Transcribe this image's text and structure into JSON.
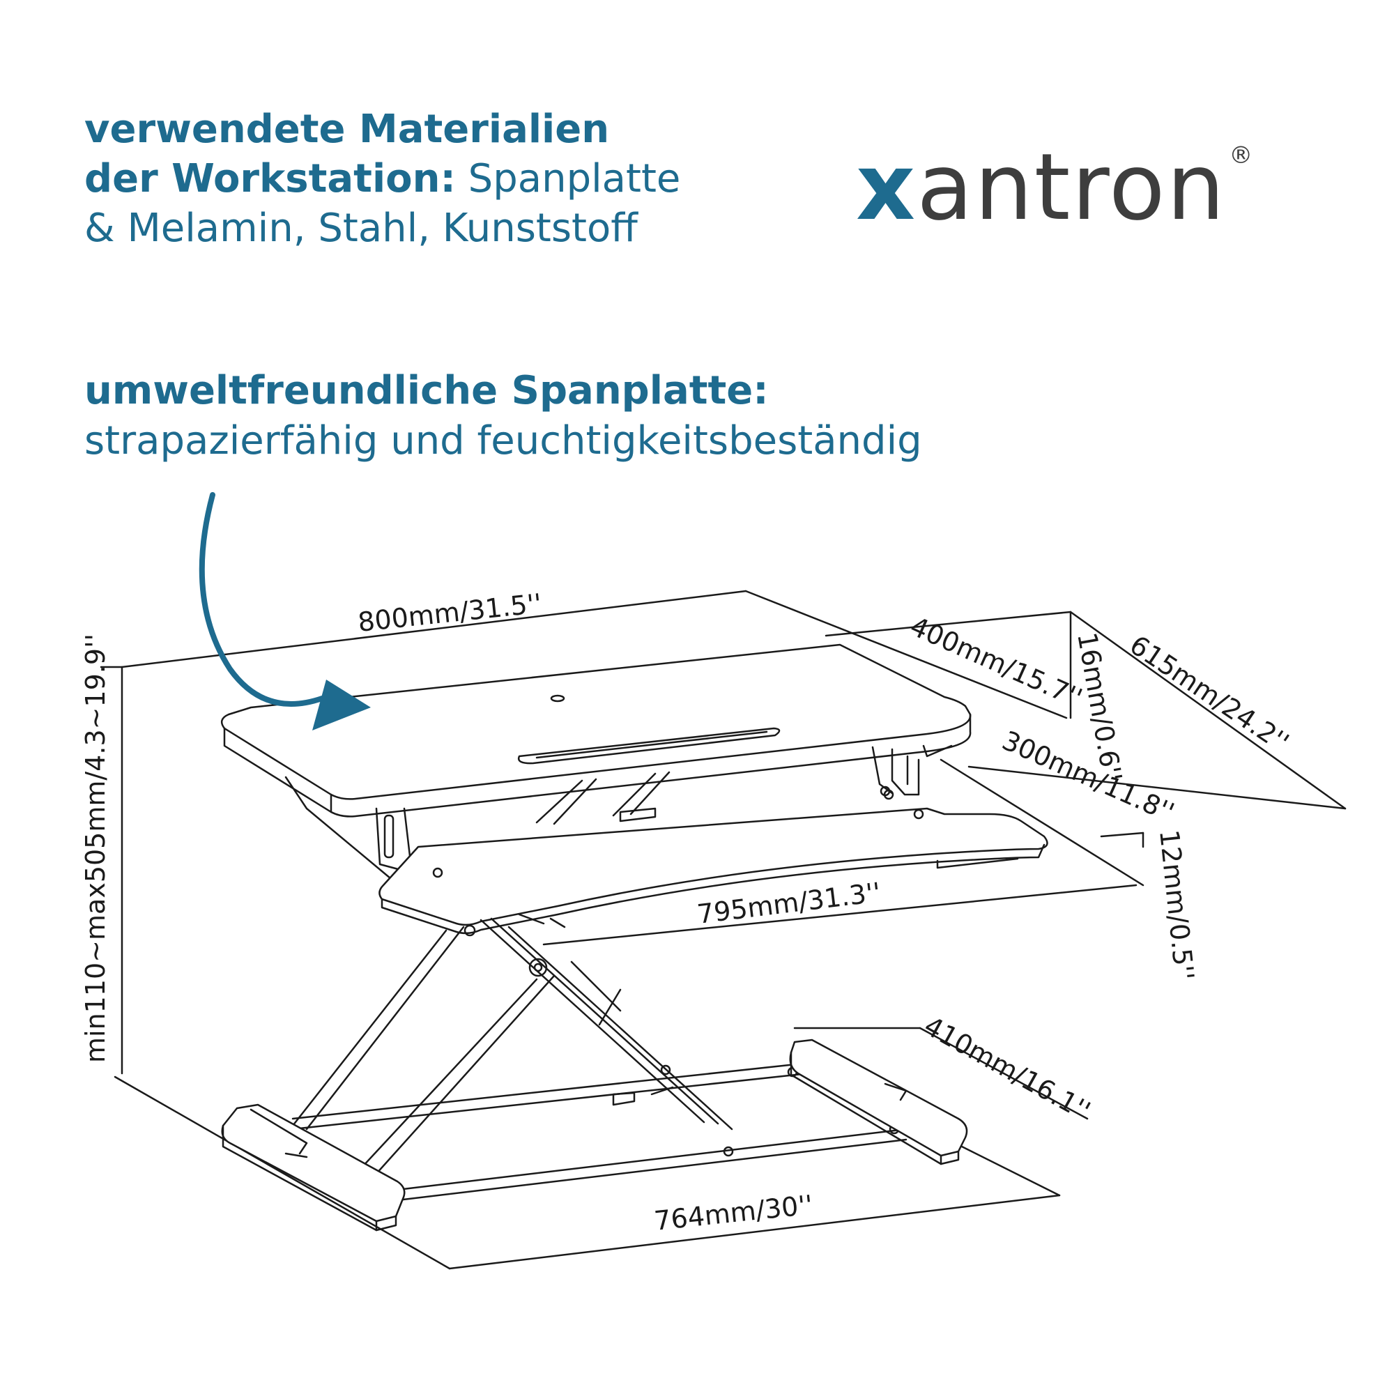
{
  "brand": {
    "logo_x": "x",
    "logo_rest": "antron",
    "logo_mark": "®"
  },
  "materials": {
    "heading_1": "verwendete Materialien",
    "heading_2": "der Workstation:",
    "text_1": " Spanplatte",
    "text_2": "& Melamin, Stahl, Kunststoff"
  },
  "eco": {
    "heading": "umweltfreundliche Spanplatte:",
    "text": "strapazierfähig und feuchtigkeitsbeständig"
  },
  "dimensions": {
    "top_width": "800mm/31.5''",
    "top_depth": "400mm/15.7''",
    "top_thickness": "16mm/0.6''",
    "total_depth": "615mm/24.2''",
    "keyboard_depth": "300mm/11.8''",
    "keyboard_thickness": "12mm/0.5''",
    "keyboard_width": "795mm/31.3''",
    "height_range": "min110~max505mm/4.3~19.9''",
    "base_depth": "410mm/16.1''",
    "base_width": "764mm/30''"
  },
  "colors": {
    "accent": "#1e6b8f",
    "logo_dark": "#3e3e3e",
    "line": "#1a1a1a"
  }
}
